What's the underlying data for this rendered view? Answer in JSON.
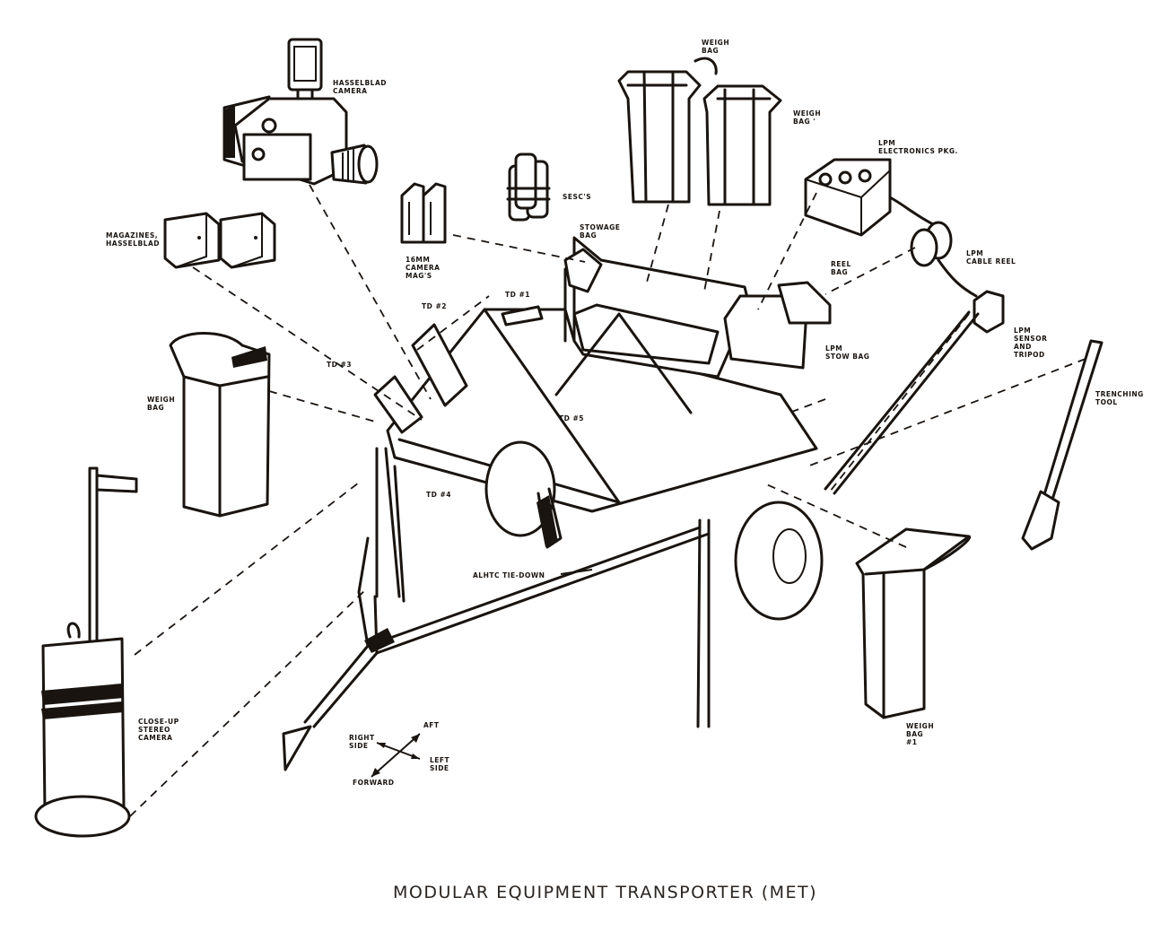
{
  "diagram": {
    "title": "MODULAR EQUIPMENT TRANSPORTER (MET)",
    "ink_color": "#1a1410",
    "labels": {
      "hasselblad_camera": "HASSELBLAD\nCAMERA",
      "magazines_hasselblad": "MAGAZINES,\nHASSELBLAD",
      "camera_mags_16mm": "16MM\nCAMERA\nMAG'S",
      "sesc": "SESC'S",
      "stowage_bag": "STOWAGE\nBAG",
      "weigh_bag_top_left": "WEIGH\nBAG",
      "weigh_bag_top_right": "WEIGH\nBAG '",
      "lpm_electronics": "LPM\nELECTRONICS PKG.",
      "reel_bag": "REEL\nBAG",
      "lpm_cable_reel": "LPM\nCABLE REEL",
      "lpm_stow_bag": "LPM\nSTOW BAG",
      "lpm_sensor_tripod": "LPM\nSENSOR\nAND\nTRIPOD",
      "trenching_tool": "TRENCHING\nTOOL",
      "td1": "TD #1",
      "td2": "TD #2",
      "td3": "TD #3",
      "td4": "TD #4",
      "td5": "TD #5",
      "weigh_bag_left": "WEIGH\nBAG",
      "alhtc_tie_down": "ALHTC TIE-DOWN",
      "close_up_stereo_camera": "CLOSE-UP\nSTEREO\nCAMERA",
      "weigh_bag_1": "WEIGH\nBAG\n#1"
    },
    "orientation": {
      "aft": "AFT",
      "right_side": "RIGHT\nSIDE",
      "left_side": "LEFT\nSIDE",
      "forward": "FORWARD"
    }
  }
}
